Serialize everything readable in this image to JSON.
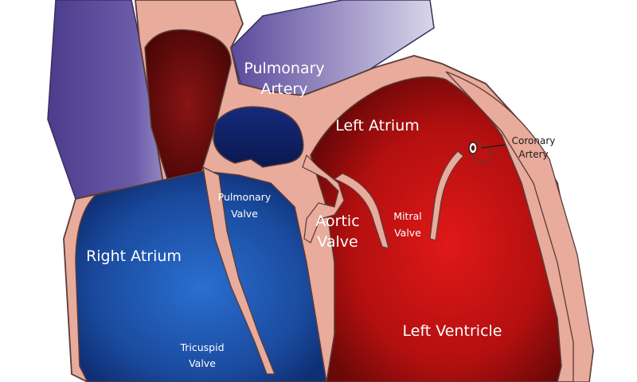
{
  "colors": {
    "background": "#ffffff",
    "tissue": "#e8ab9c",
    "tissue_outline": "#5a3b36",
    "deoxygenated": "#1f4fa8",
    "deoxygenated_dark": "#0d2e73",
    "oxygenated": "#c01010",
    "oxygenated_dark": "#6b0a0a",
    "vessel_purple": "#5b4a9a",
    "vessel_purple_light": "#8a7fb8"
  },
  "labels": {
    "pulmonary_artery_line1": "Pulmonary",
    "pulmonary_artery_line2": "Artery",
    "left_atrium": "Left Atrium",
    "coronary_artery_line1": "Coronary",
    "coronary_artery_line2": "Artery",
    "pulmonary_valve_line1": "Pulmonary",
    "pulmonary_valve_line2": "Valve",
    "aortic_valve_line1": "Aortic",
    "aortic_valve_line2": "Valve",
    "mitral_valve_line1": "Mitral",
    "mitral_valve_line2": "Valve",
    "right_atrium": "Right Atrium",
    "tricuspid_valve_line1": "Tricuspid",
    "tricuspid_valve_line2": "Valve",
    "left_ventricle": "Left Ventricle"
  }
}
